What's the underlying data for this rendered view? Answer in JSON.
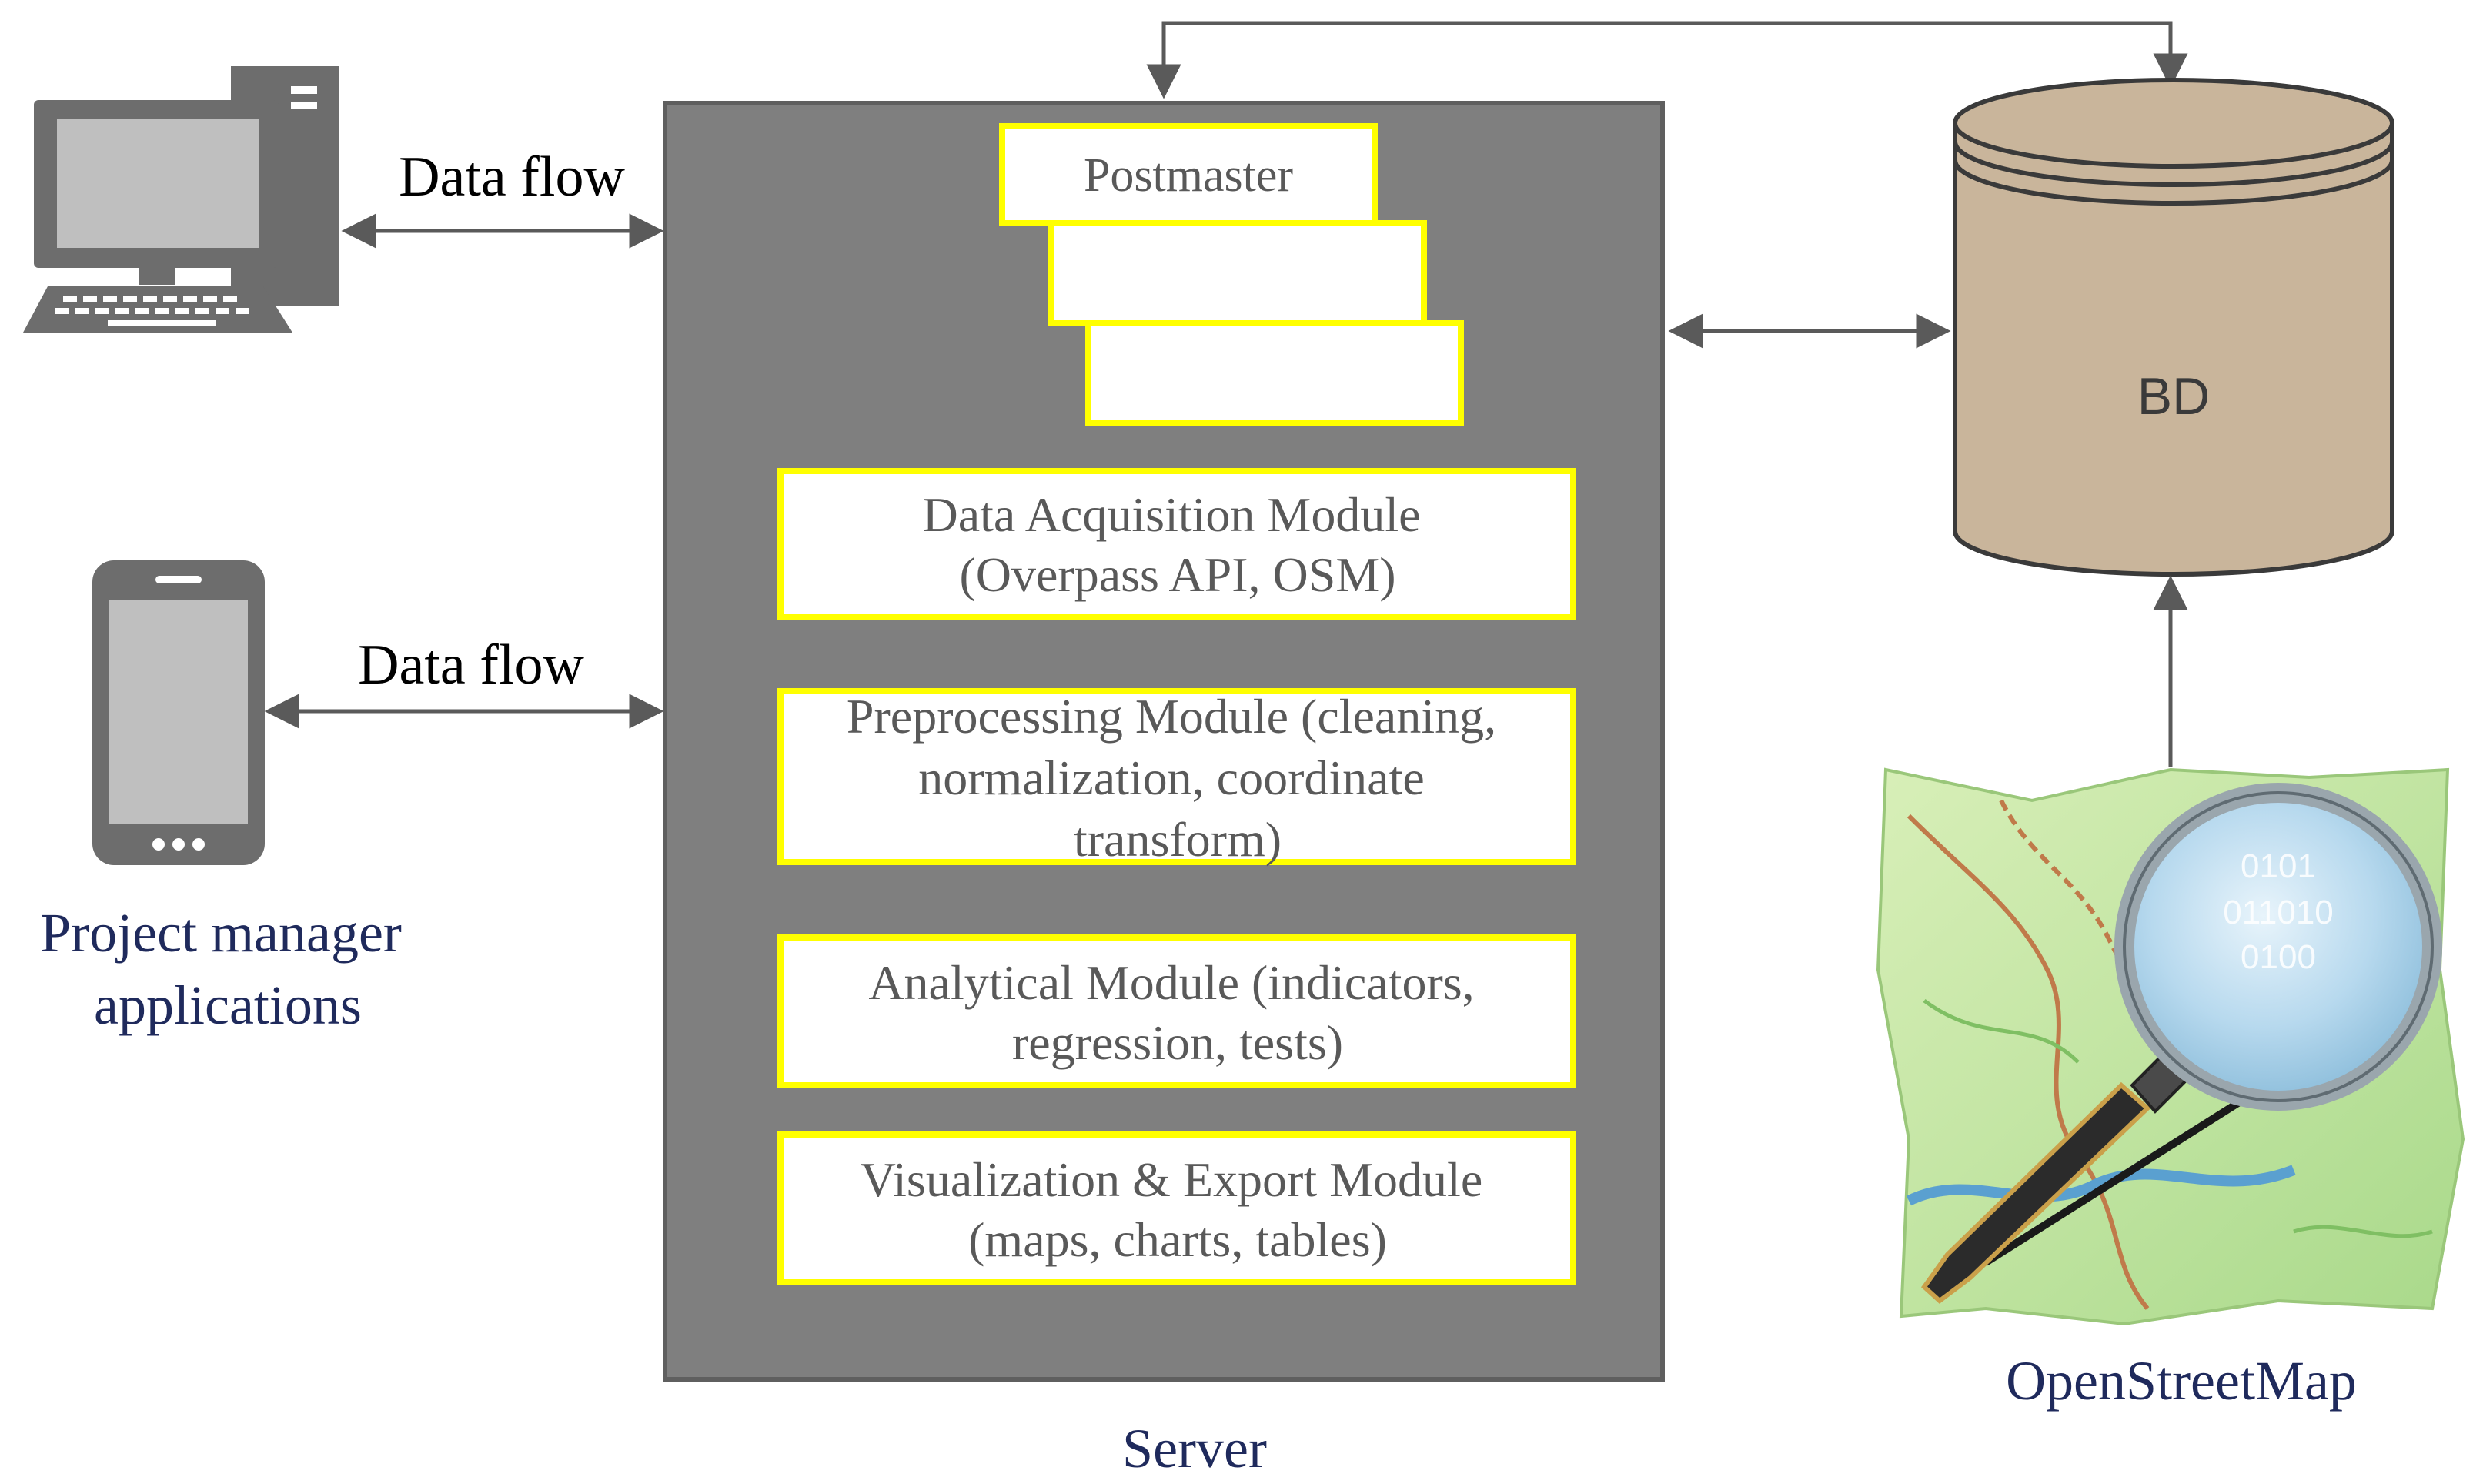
{
  "diagram": {
    "server": {
      "caption": "Server",
      "postmaster_label": "Postmaster",
      "modules": [
        {
          "lines": [
            "Data Acquisition Module",
            "(Overpass API, OSM)"
          ]
        },
        {
          "lines": [
            "Preprocessing Module (cleaning,",
            "normalization, coordinate",
            "transform)"
          ]
        },
        {
          "lines": [
            "Analytical Module (indicators,",
            "regression, tests)"
          ]
        },
        {
          "lines": [
            "Visualization & Export Module",
            "(maps, charts, tables)"
          ]
        }
      ]
    },
    "desktop_flow_label": "Data flow",
    "mobile_flow_label": "Data flow",
    "client_caption": [
      "Project manager",
      "applications"
    ],
    "database_label": "BD",
    "osm_caption": "OpenStreetMap",
    "colors": {
      "server_fill": "#7f7f7f",
      "module_border": "#ffff00",
      "module_text": "#595959",
      "db_fill": "#c9b59b",
      "db_stroke": "#3a3a3a",
      "caption_blue": "#1f2a5c",
      "arrow": "#5a5a5a",
      "device_gray": "#6d6d6d",
      "screen_gray": "#bfbfbf"
    },
    "icons": [
      "desktop-computer-icon",
      "smartphone-icon",
      "database-cylinder-icon",
      "openstreetmap-logo-icon"
    ]
  }
}
